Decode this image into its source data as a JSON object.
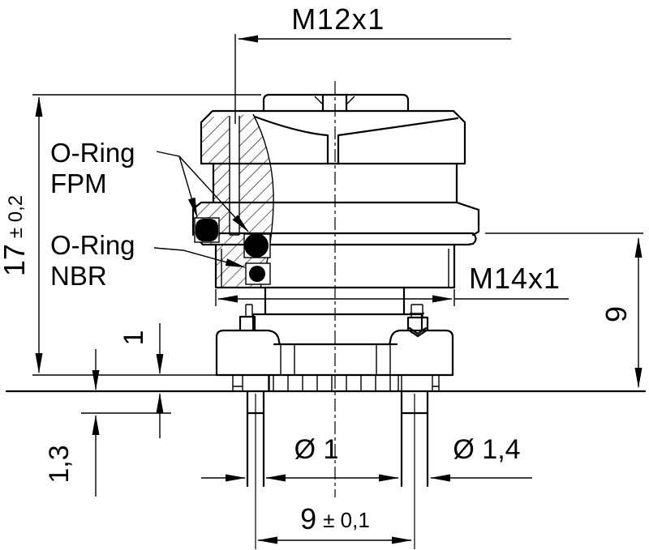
{
  "drawing": {
    "type": "technical-drawing-connector-cross-section",
    "dimensions": {
      "thread_top": "M12x1",
      "thread_lower": "M14x1",
      "overall_height": "17",
      "overall_height_tolerance": "± 0,2",
      "seal_face_to_board": "9",
      "flange_thickness": "1",
      "pin_seat_depth": "1,3",
      "contact_pin_diameter": "Ø 1",
      "peg_diameter": "Ø 1,4",
      "pin_spacing": "9",
      "pin_spacing_tolerance": "± 0,1"
    },
    "callouts": {
      "oring_fpm_line1": "O-Ring",
      "oring_fpm_line2": "FPM",
      "oring_nbr_line1": "O-Ring",
      "oring_nbr_line2": "NBR"
    },
    "colors": {
      "line": "#000000",
      "background": "#ffffff"
    }
  }
}
